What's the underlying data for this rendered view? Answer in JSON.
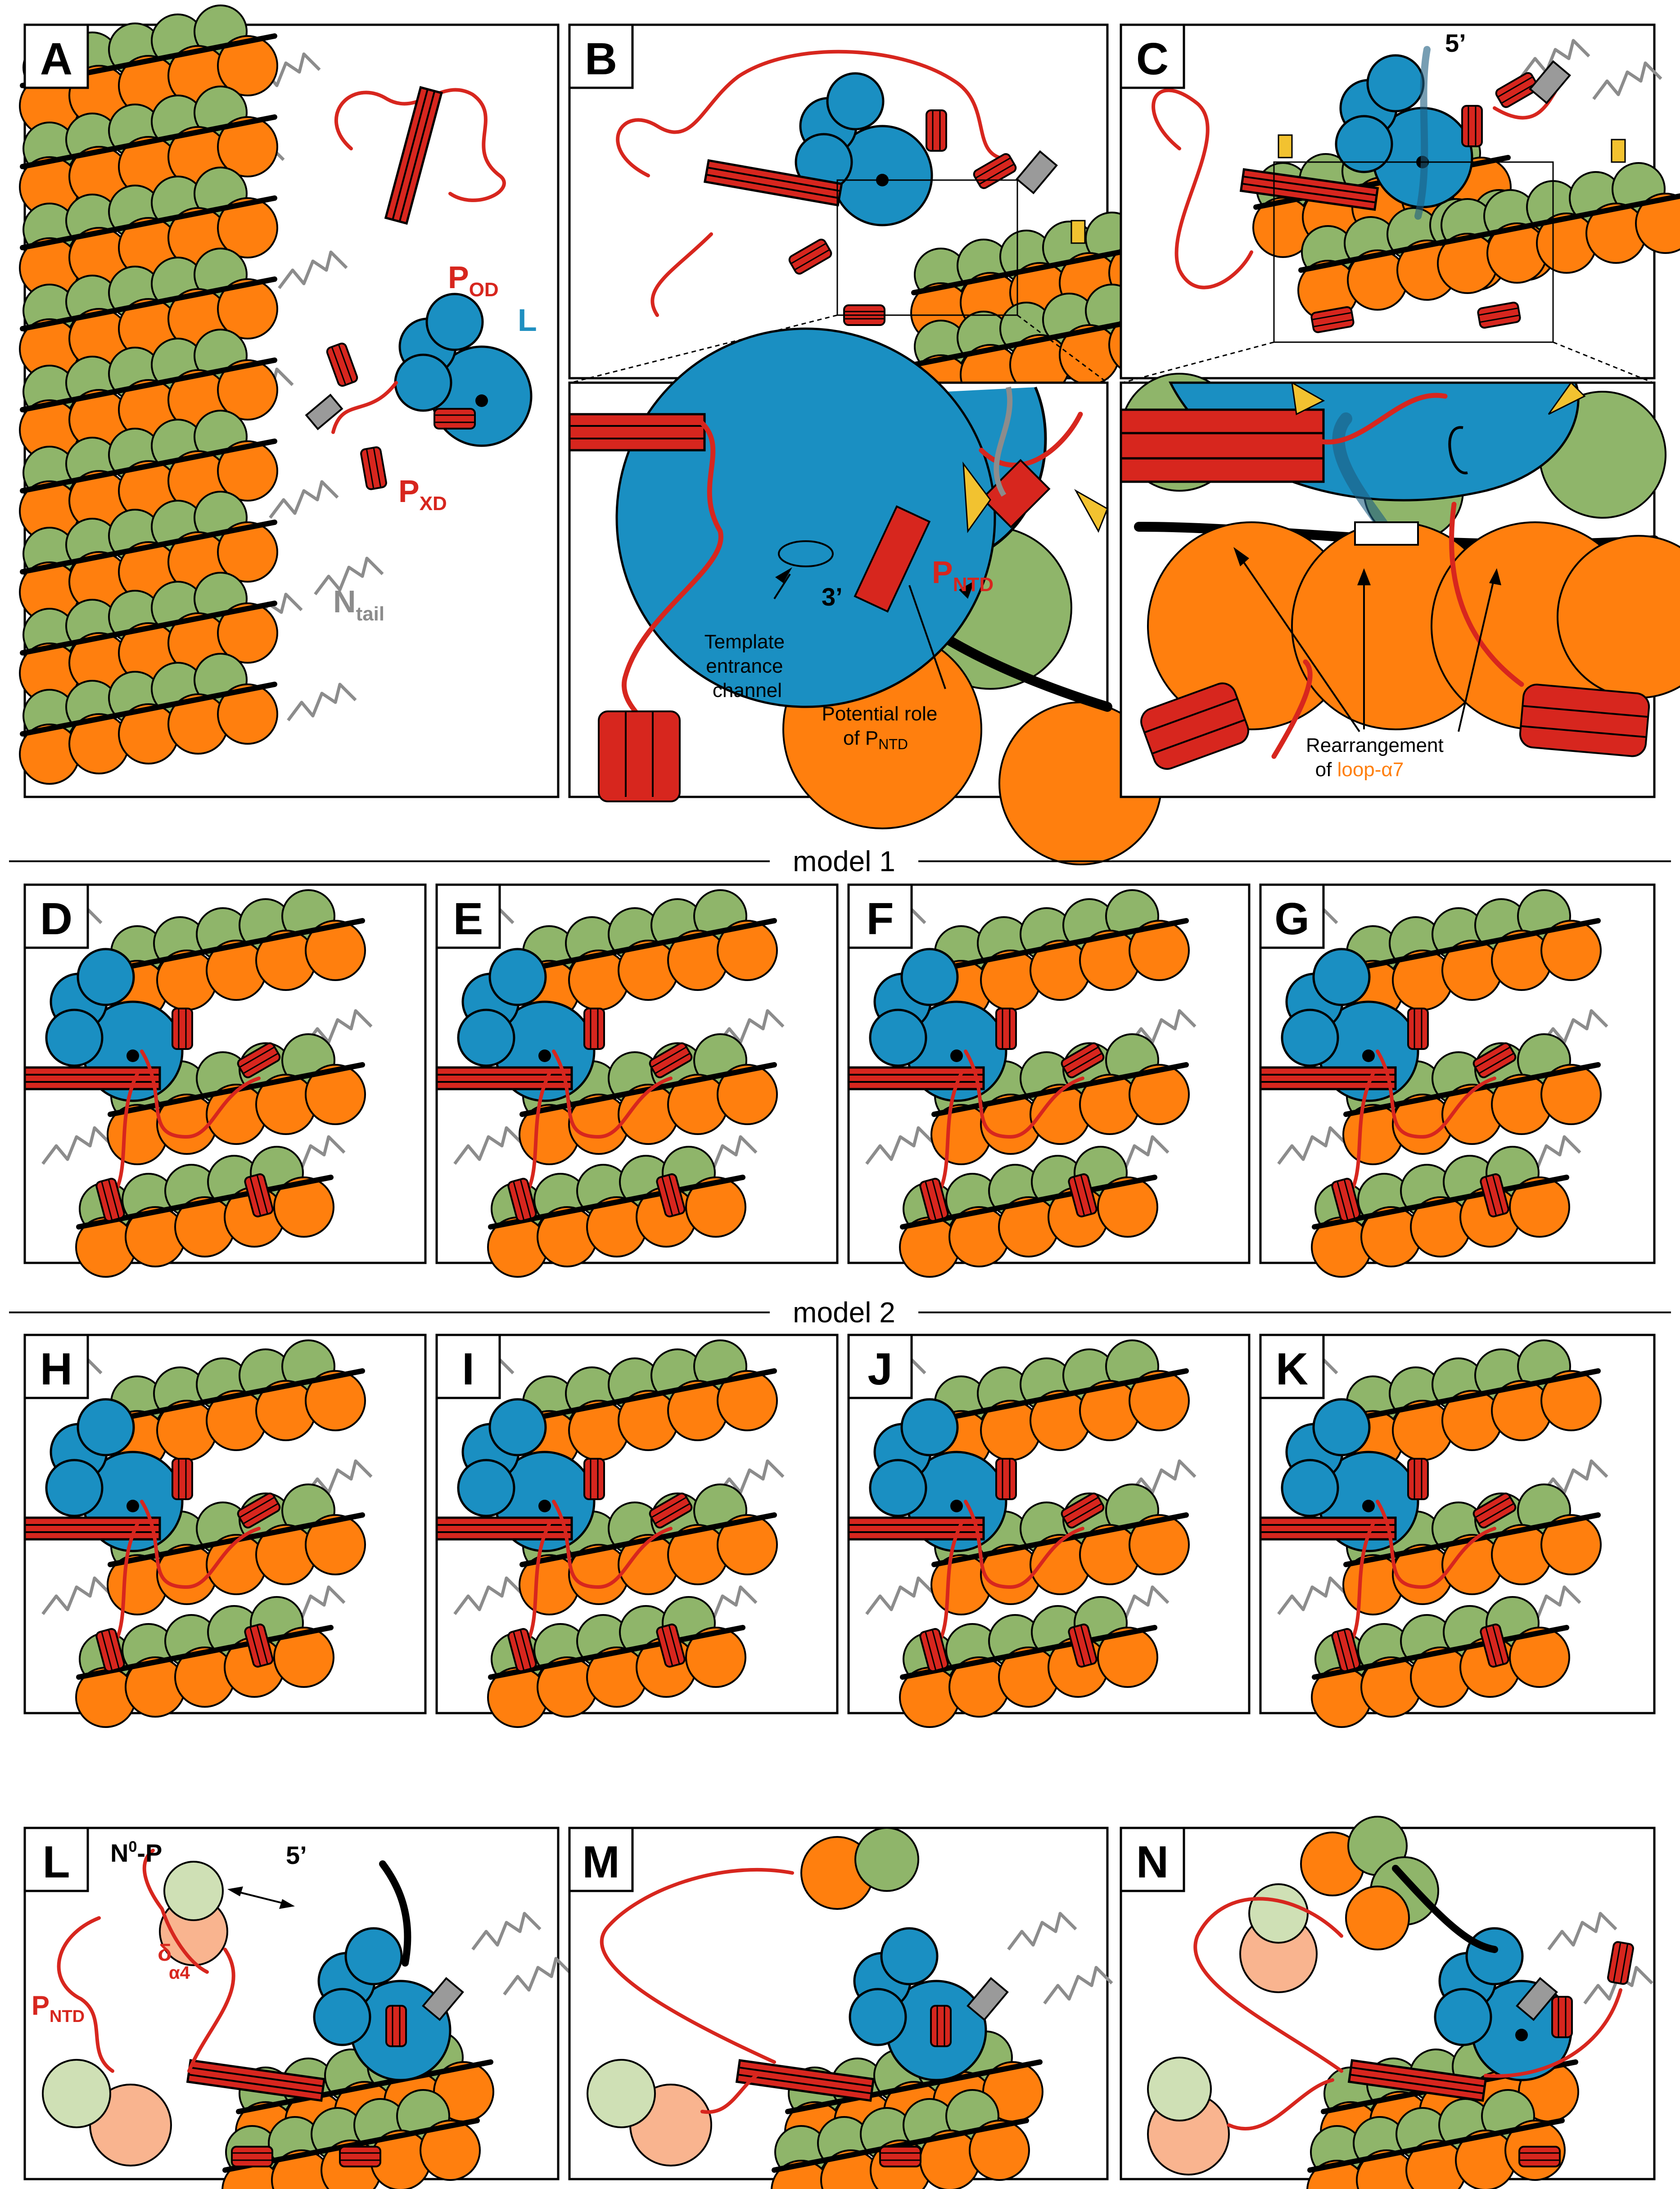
{
  "panels": {
    "A": "A",
    "B": "B",
    "C": "C",
    "D": "D",
    "E": "E",
    "F": "F",
    "G": "G",
    "H": "H",
    "I": "I",
    "J": "J",
    "K": "K",
    "L": "L",
    "M": "M",
    "N": "N"
  },
  "section_titles": {
    "model1": "model 1",
    "model2": "model 2"
  },
  "labels_A": {
    "p_od": "P",
    "p_od_sub": "OD",
    "l": "L",
    "p_xd": "P",
    "p_xd_sub": "XD",
    "n_tail": "N",
    "n_tail_sub": "tail"
  },
  "labels_B": {
    "p_ntd": "P",
    "p_ntd_sub": "NTD",
    "three_prime": "3’",
    "template_line1": "Template",
    "template_line2": "entrance",
    "template_line3": "channel",
    "potential_line1": "Potential role",
    "potential_line2": "of P",
    "potential_sub": "NTD"
  },
  "labels_C": {
    "five_prime": "5’",
    "rearr_line1": "Rearrangement",
    "rearr_line2": "of ",
    "rearr_orange": "loop-α7"
  },
  "labels_L": {
    "n0p": "N",
    "n0p_sup": "0",
    "n0p_tail": "-P",
    "five_prime": "5’",
    "delta": "δ",
    "alpha4": "α4",
    "p_ntd": "P",
    "p_ntd_sub": "NTD"
  },
  "colors": {
    "nucleoprotein_orange": "#ff7f0e",
    "nucleoprotein_green": "#8fb56a",
    "polymerase_L_blue": "#1a8fc2",
    "phosphoprotein_red": "#d7261e",
    "n_tail_grey": "#8c8c8c",
    "loop_yellow": "#f2c230"
  }
}
